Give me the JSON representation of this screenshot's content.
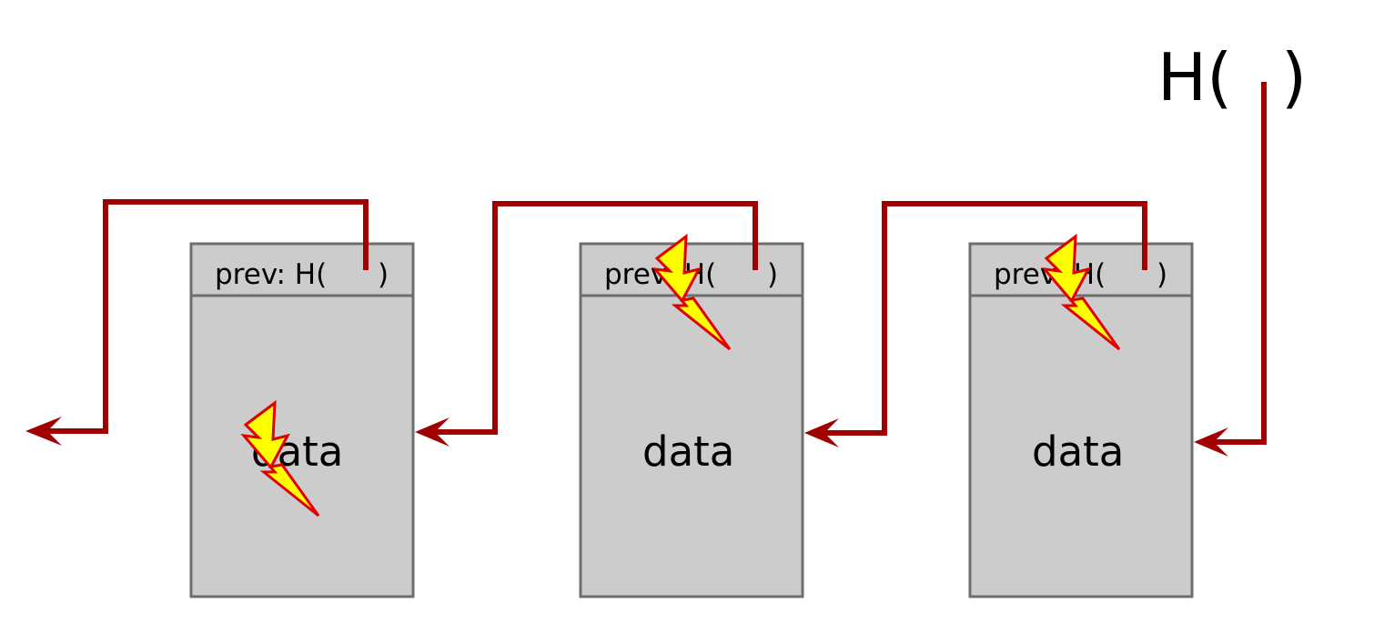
{
  "head_pointer": {
    "label_open": "H(",
    "label_close": ")"
  },
  "blocks": [
    {
      "header": {
        "prefix": "prev: H(",
        "suffix": ")"
      },
      "data_label": "data",
      "tampered_header": false,
      "tampered_data": true
    },
    {
      "header": {
        "prefix": "prev: H(",
        "suffix": ")"
      },
      "data_label": "data",
      "tampered_header": true,
      "tampered_data": false
    },
    {
      "header": {
        "prefix": "prev: H(",
        "suffix": ")"
      },
      "data_label": "data",
      "tampered_header": true,
      "tampered_data": false
    }
  ],
  "colors": {
    "block_fill": "#cccccc",
    "block_border": "#6e6e6e",
    "link": "#a00000",
    "bolt_fill": "#ffff00",
    "bolt_outline": "#e00000"
  },
  "icons": {
    "tamper": "lightning-bolt-icon",
    "link_arrow": "arrow-left-icon"
  }
}
